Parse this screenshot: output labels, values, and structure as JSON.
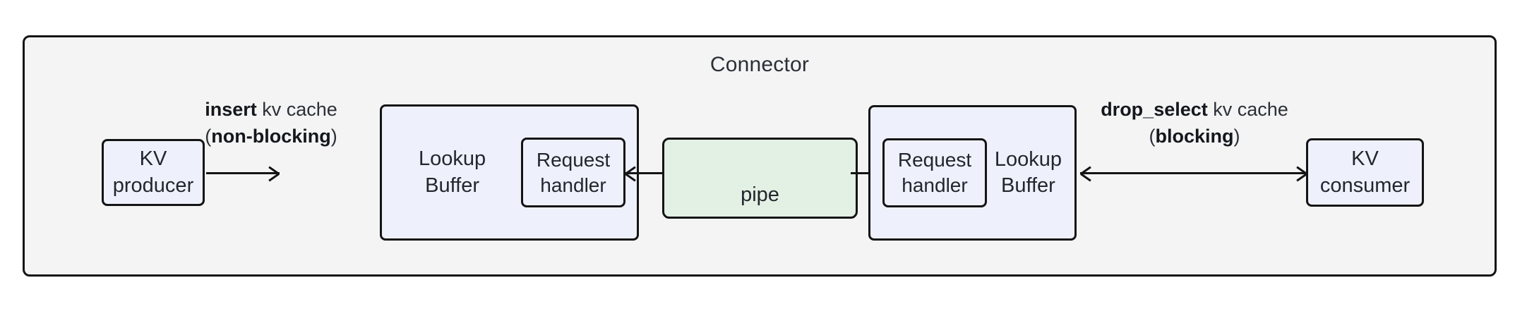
{
  "diagram": {
    "title": "Connector",
    "colors": {
      "container_fill": "#f4f4f4",
      "node_fill": "#eef1fc",
      "pipe_fill": "#e3f0e4",
      "stroke": "#141414",
      "text": "#2b2f36"
    },
    "nodes": {
      "kv_producer": "KV\nproducer",
      "kv_consumer": "KV\nconsumer",
      "lookup_buffer_left": "Lookup\nBuffer",
      "lookup_buffer_right": "Lookup\nBuffer",
      "request_handler_left": "Request\nhandler",
      "request_handler_right": "Request\nhandler",
      "pipe": "pipe"
    },
    "edges": {
      "insert": {
        "line1_bold": "insert",
        "line1_rest": " kv cache",
        "line2_open": "(",
        "line2_bold": "non-blocking",
        "line2_close": ")",
        "direction": "right"
      },
      "drop_select": {
        "line1_bold": "drop_select",
        "line1_rest": " kv cache",
        "line2_open": "(",
        "line2_bold": "blocking",
        "line2_close": ")",
        "direction": "bidirectional"
      }
    }
  }
}
